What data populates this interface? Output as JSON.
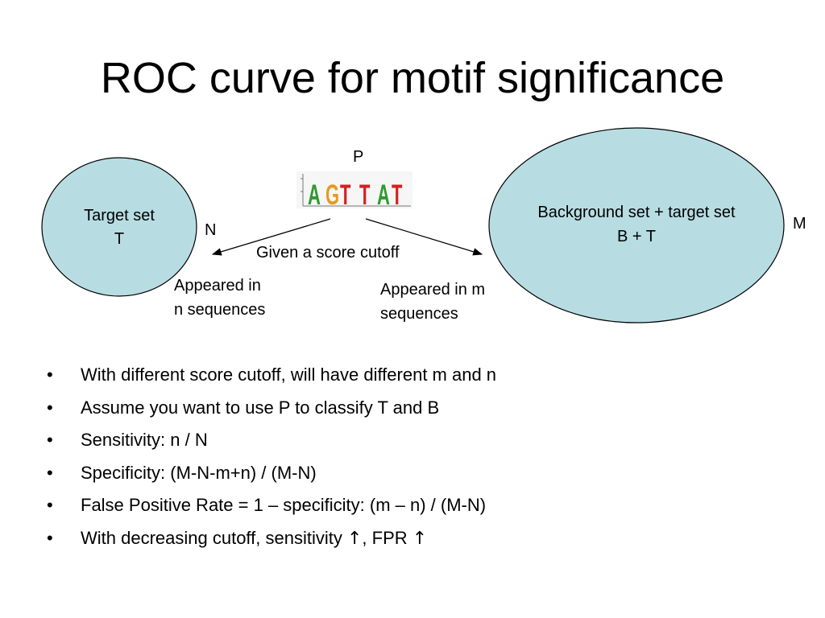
{
  "slide": {
    "title": "ROC curve for motif significance"
  },
  "diagram": {
    "target_set": {
      "line1": "Target set",
      "line2": "T"
    },
    "background_set": {
      "line1": "Background set + target set",
      "line2": "B + T"
    },
    "label_n": "N",
    "label_m": "M",
    "label_p": "P",
    "cutoff_text": "Given a score cutoff",
    "appeared_n": {
      "line1": "Appeared in",
      "line2": "n sequences"
    },
    "appeared_m": {
      "line1": "Appeared in m",
      "line2": "sequences"
    },
    "logo_letters": [
      "A",
      "G",
      "T",
      "T",
      "A",
      "T"
    ],
    "colors": {
      "circle_fill": "#b7dde3",
      "outline": "#000000",
      "A": "#2e9a2e",
      "G": "#e69a1f",
      "T": "#d42020"
    }
  },
  "bullets": [
    {
      "text": "With different score cutoff, will have different m and n"
    },
    {
      "text": "Assume you want to use P to classify T and B"
    },
    {
      "text": "Sensitivity: n / N"
    },
    {
      "text": "Specificity: (M-N-m+n) / (M-N)"
    },
    {
      "text": "False Positive Rate = 1 – specificity: (m – n) / (M-N)"
    },
    {
      "text": "With decreasing cutoff, sensitivity ",
      "mid": ", FPR ",
      "arrow": "↑"
    }
  ]
}
